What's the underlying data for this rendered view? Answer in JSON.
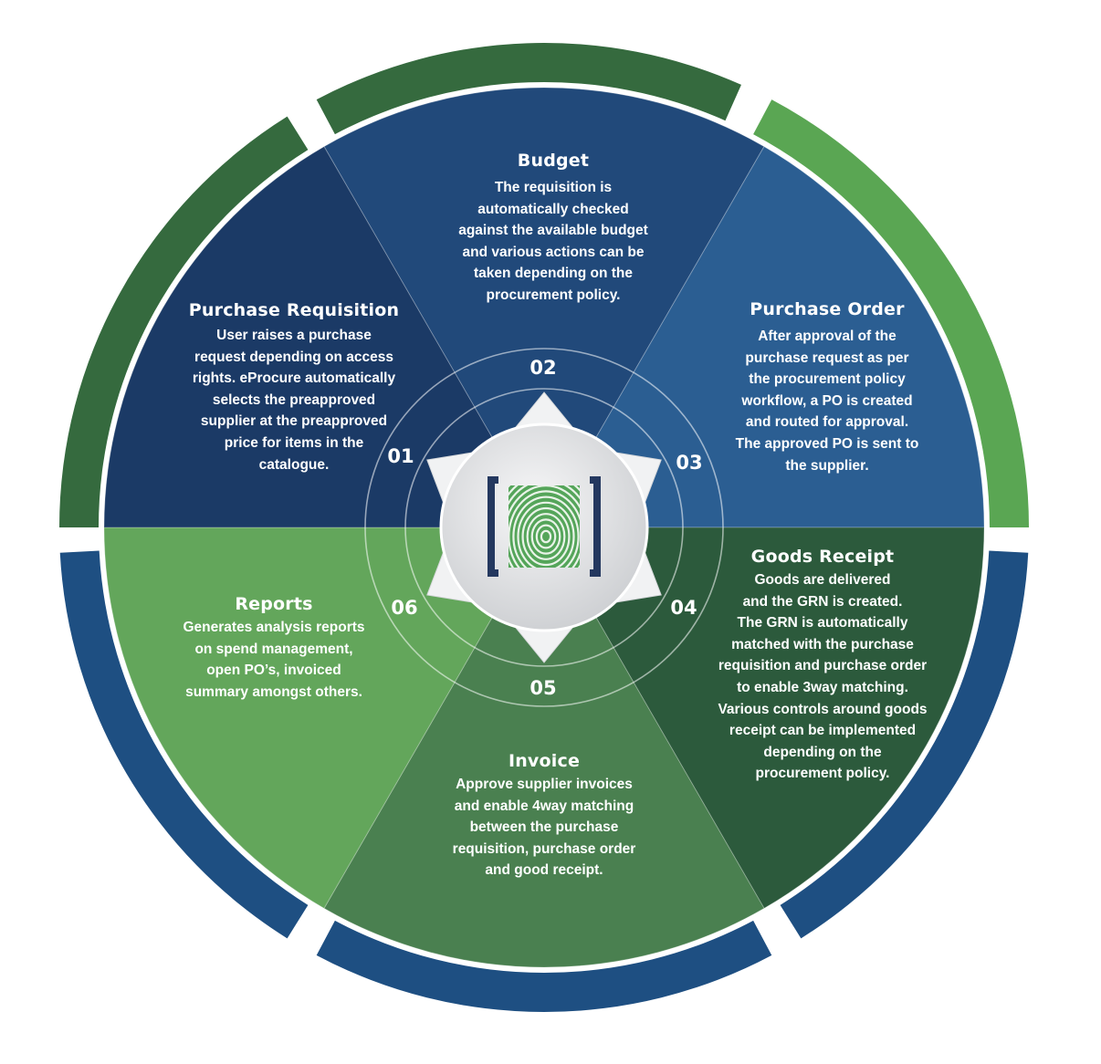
{
  "colors": {
    "budget": "#21497a",
    "purchase_order": "#2b5e92",
    "goods_receipt": "#2c5a3c",
    "invoice": "#4a8050",
    "reports": "#63a65b",
    "purchase_requisition": "#1b3a66",
    "ring_blue": "#1e4f82",
    "ring_green_dark": "#356a3e",
    "ring_green_light": "#5aa653",
    "center": "#e6e7e9",
    "bracket": "#24385f",
    "fingerprint": "#55a55a"
  },
  "segments": [
    {
      "number": "02",
      "title": "Budget",
      "body": "The requisition is\nautomatically checked\nagainst the available budget\nand various actions can be\ntaken depending on the\nprocurement policy."
    },
    {
      "number": "03",
      "title": "Purchase Order",
      "body": "After approval of the\npurchase request as per\nthe procurement policy\nworkflow, a PO is created\nand routed for approval.\nThe approved PO is sent to\nthe supplier."
    },
    {
      "number": "04",
      "title": "Goods Receipt",
      "body": "Goods are delivered\nand the GRN is created.\nThe GRN is automatically\nmatched with the purchase\nrequisition and purchase order\nto enable 3way matching.\nVarious controls around goods\nreceipt can be implemented\ndepending on the\nprocurement policy."
    },
    {
      "number": "05",
      "title": "Invoice",
      "body": "Approve supplier invoices\nand enable 4way matching\nbetween the purchase\nrequisition, purchase order\nand good receipt."
    },
    {
      "number": "06",
      "title": "Reports",
      "body": "Generates analysis reports\non spend management,\nopen PO’s, invoiced\nsummary amongst others."
    },
    {
      "number": "01",
      "title": "Purchase Requisition",
      "body": "User raises a purchase\nrequest depending on access\nrights. eProcure automatically\nselects the preapproved\nsupplier at the preapproved\nprice for items in the\ncatalogue."
    }
  ]
}
